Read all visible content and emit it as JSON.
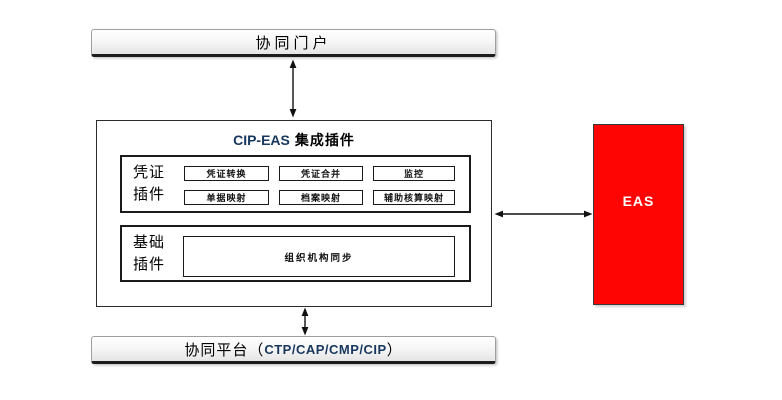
{
  "portal": {
    "label": "协同门户"
  },
  "plugin": {
    "title_latin": "CIP-EAS",
    "title_cjk": "集成插件",
    "voucher": {
      "label_line1": "凭证",
      "label_line2": "插件",
      "items": [
        "凭证转换",
        "凭证合并",
        "监控",
        "单据映射",
        "档案映射",
        "辅助核算映射"
      ]
    },
    "base": {
      "label_line1": "基础",
      "label_line2": "插件",
      "item": "组织机构同步"
    }
  },
  "eas": {
    "label": "EAS"
  },
  "platform": {
    "prefix": "协同平台（",
    "latin": "CTP/CAP/CMP/CIP",
    "suffix": "）"
  },
  "colors": {
    "eas_red": "#fe0503",
    "latin_navy": "#17375e"
  },
  "connections": [
    {
      "from": "协同门户",
      "to": "CIP-EAS 集成插件",
      "type": "bidirectional"
    },
    {
      "from": "CIP-EAS 集成插件",
      "to": "EAS",
      "type": "bidirectional"
    },
    {
      "from": "CIP-EAS 集成插件",
      "to": "协同平台（CTP/CAP/CMP/CIP）",
      "type": "bidirectional"
    }
  ]
}
